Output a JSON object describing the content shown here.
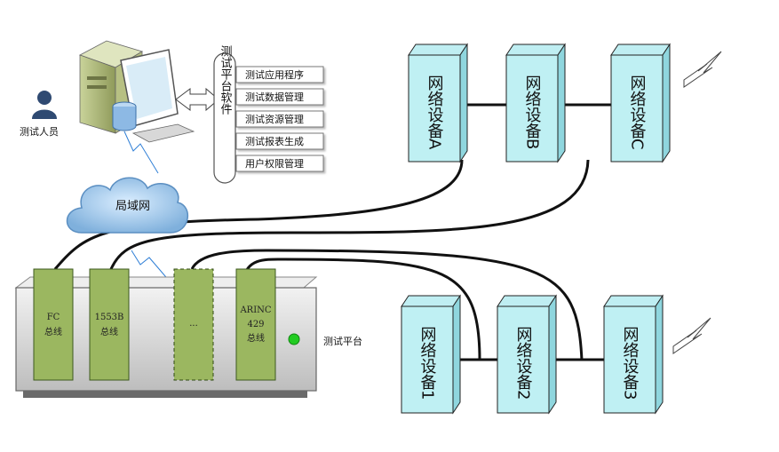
{
  "user": {
    "label": "测试人员"
  },
  "software": {
    "title": "测试平台软件",
    "functions": [
      "测试应用程序",
      "测试数据管理",
      "测试资源管理",
      "测试报表生成",
      "用户权限管理"
    ]
  },
  "network": {
    "label": "局域网"
  },
  "platform": {
    "label": "测试平台",
    "cards": [
      {
        "line1": "FC",
        "line2": "总线",
        "line3": ""
      },
      {
        "line1": "1553B",
        "line2": "总线",
        "line3": ""
      },
      {
        "line1": "···",
        "line2": "",
        "line3": ""
      },
      {
        "line1": "ARINC",
        "line2": "429",
        "line3": "总线"
      }
    ]
  },
  "devices_top": [
    {
      "label": "网络设备A"
    },
    {
      "label": "网络设备B"
    },
    {
      "label": "网络设备C"
    }
  ],
  "devices_bottom": [
    {
      "label": "网络设备1"
    },
    {
      "label": "网络设备2"
    },
    {
      "label": "网络设备3"
    }
  ],
  "colors": {
    "device_front": "#bff0f3",
    "device_side": "#8fd6de",
    "card_fill": "#9bb760",
    "cloud": "#9fc8ea",
    "chassis": "#d9d9d9",
    "led": "#22cc22"
  }
}
